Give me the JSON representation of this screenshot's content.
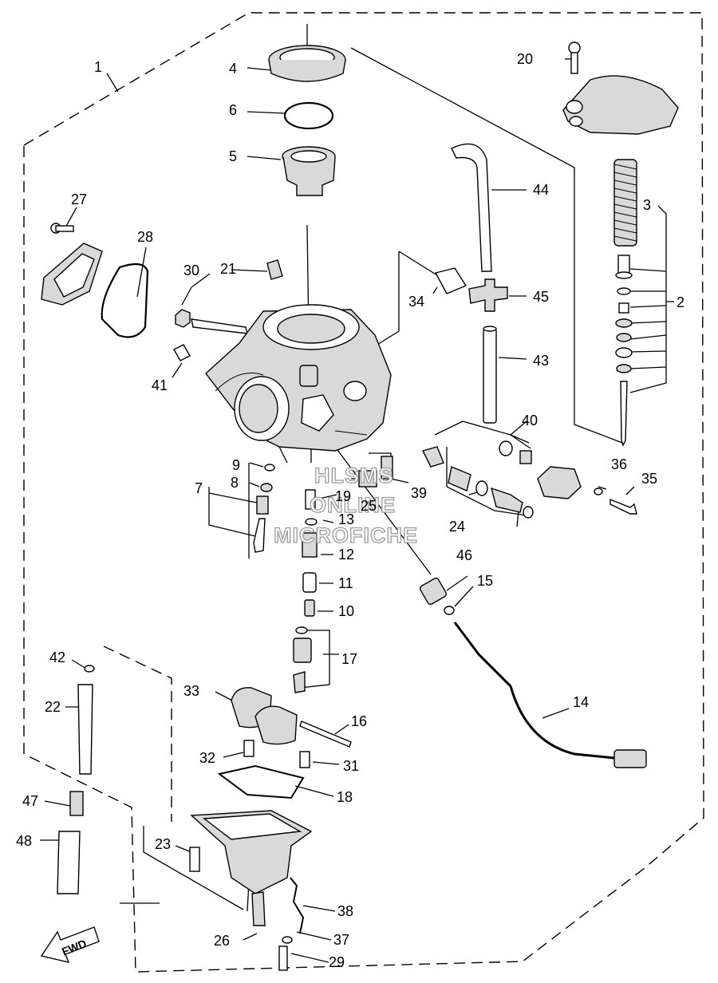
{
  "labels": [
    "1",
    "2",
    "3",
    "4",
    "5",
    "6",
    "7",
    "8",
    "9",
    "10",
    "11",
    "12",
    "13",
    "14",
    "15",
    "16",
    "17",
    "18",
    "19",
    "20",
    "21",
    "22",
    "23",
    "24",
    "25",
    "26",
    "27",
    "28",
    "29",
    "30",
    "31",
    "32",
    "33",
    "34",
    "35",
    "36",
    "37",
    "38",
    "39",
    "40",
    "41",
    "42",
    "43",
    "44",
    "45",
    "46",
    "47",
    "48"
  ],
  "watermark": [
    "HLSMS",
    "ONLINE",
    "MICROFICHE"
  ],
  "fwd_label": "FWD"
}
